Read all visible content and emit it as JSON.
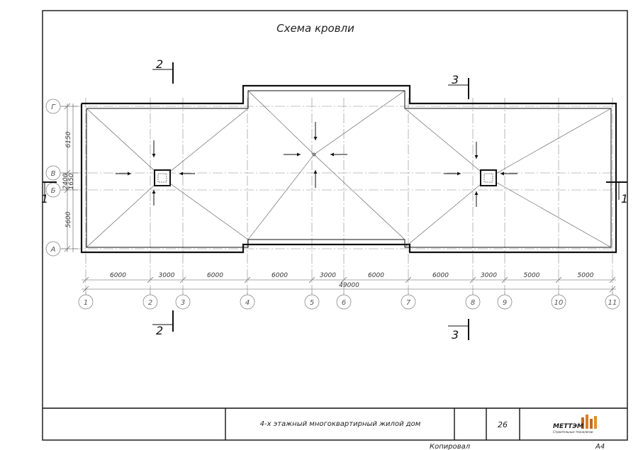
{
  "drawing": {
    "title": "Схема кровли",
    "section_labels": [
      "1",
      "2",
      "3"
    ],
    "row_axes": [
      "Г",
      "В",
      "Б",
      "А"
    ],
    "row_dims": [
      "6150",
      "2400",
      "1650",
      "5600"
    ],
    "col_axes": [
      "1",
      "2",
      "3",
      "4",
      "5",
      "6",
      "7",
      "8",
      "9",
      "10",
      "11"
    ],
    "col_dims": [
      "6000",
      "3000",
      "6000",
      "6000",
      "3000",
      "6000",
      "6000",
      "3000",
      "5000",
      "5000"
    ],
    "total_dim": "49000"
  },
  "title_block": {
    "project": "4-х этажный многоквартирный жилой дом",
    "sheet": "26",
    "logo_text": "МЕТТЭМ",
    "logo_sub": "Строительные технологии",
    "copied": "Копировал",
    "format": "А4"
  }
}
